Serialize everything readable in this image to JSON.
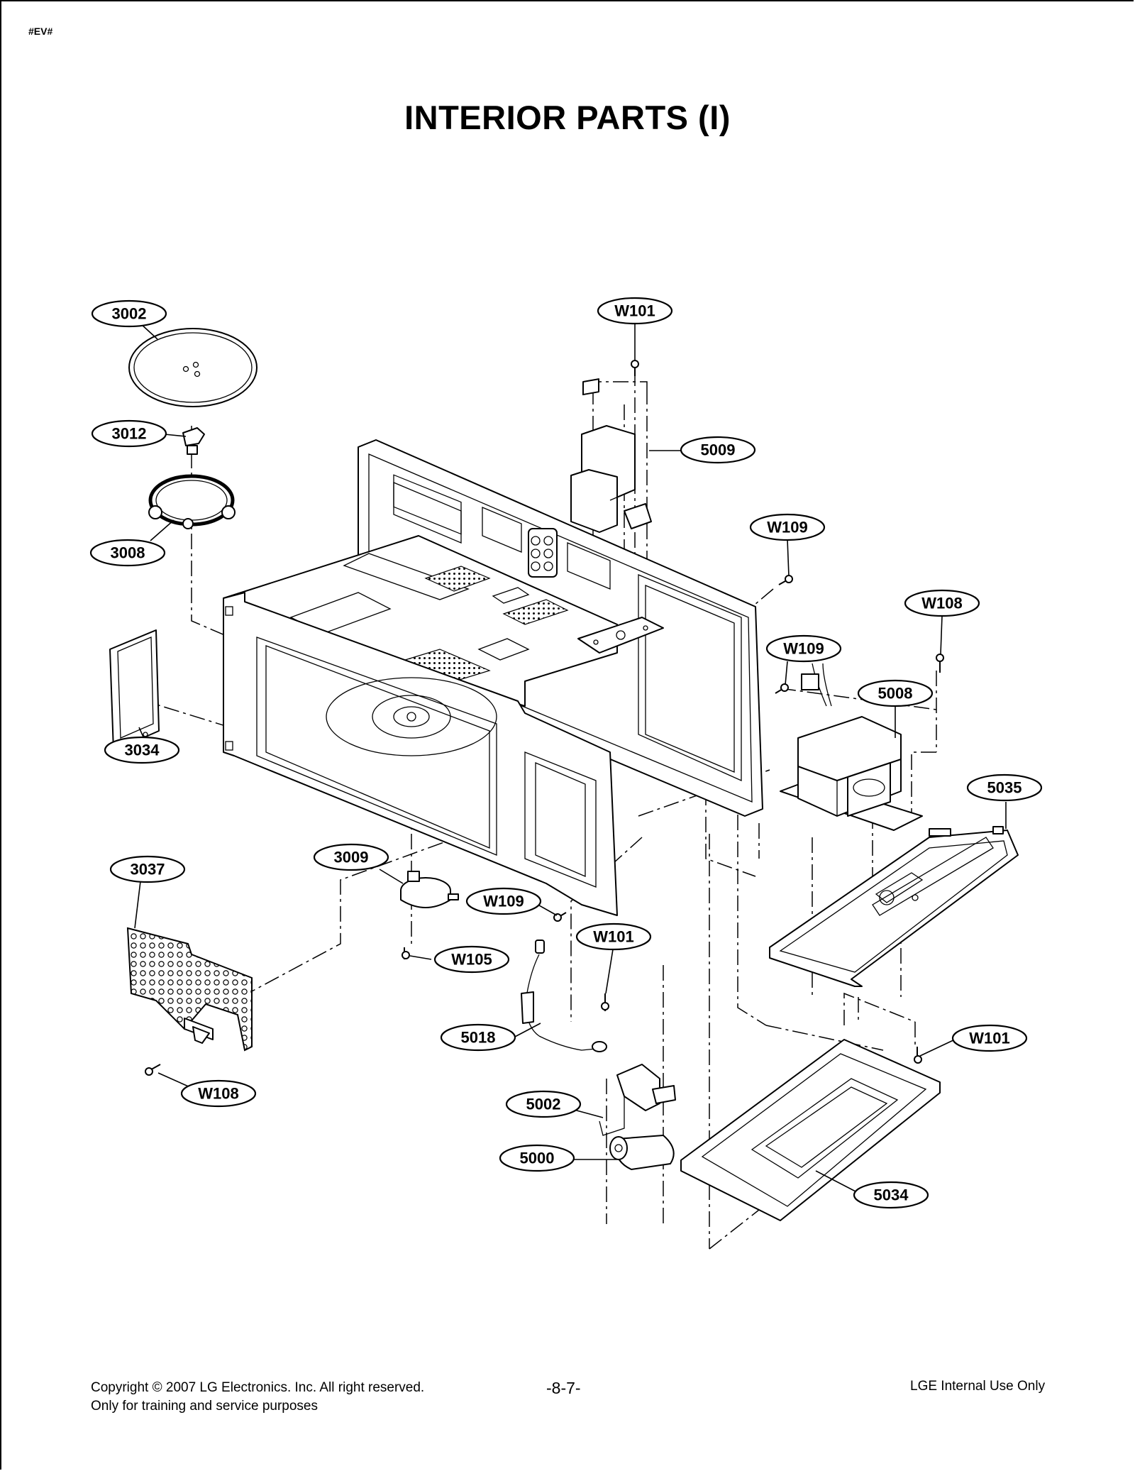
{
  "page": {
    "marker": "#EV#",
    "title": "INTERIOR PARTS (I)",
    "footer": {
      "copyright": "Copyright © 2007 LG Electronics. Inc. All right reserved.",
      "purpose": "Only for training and service purposes",
      "page_number": "-8-7-",
      "notice": "LGE Internal Use Only"
    }
  },
  "callouts": {
    "c3002": "3002",
    "c3012": "3012",
    "c3008": "3008",
    "c3034": "3034",
    "c3037": "3037",
    "c3009": "3009",
    "cW108a": "W108",
    "cW105": "W105",
    "cW109a": "W109",
    "cW101a": "W101",
    "c5009": "5009",
    "cW109b": "W109",
    "cW108b": "W108",
    "cW109c": "W109",
    "c5008": "5008",
    "c5035": "5035",
    "cW101b": "W101",
    "cW101c": "W101",
    "c5018": "5018",
    "c5002": "5002",
    "c5000": "5000",
    "c5034": "5034"
  }
}
